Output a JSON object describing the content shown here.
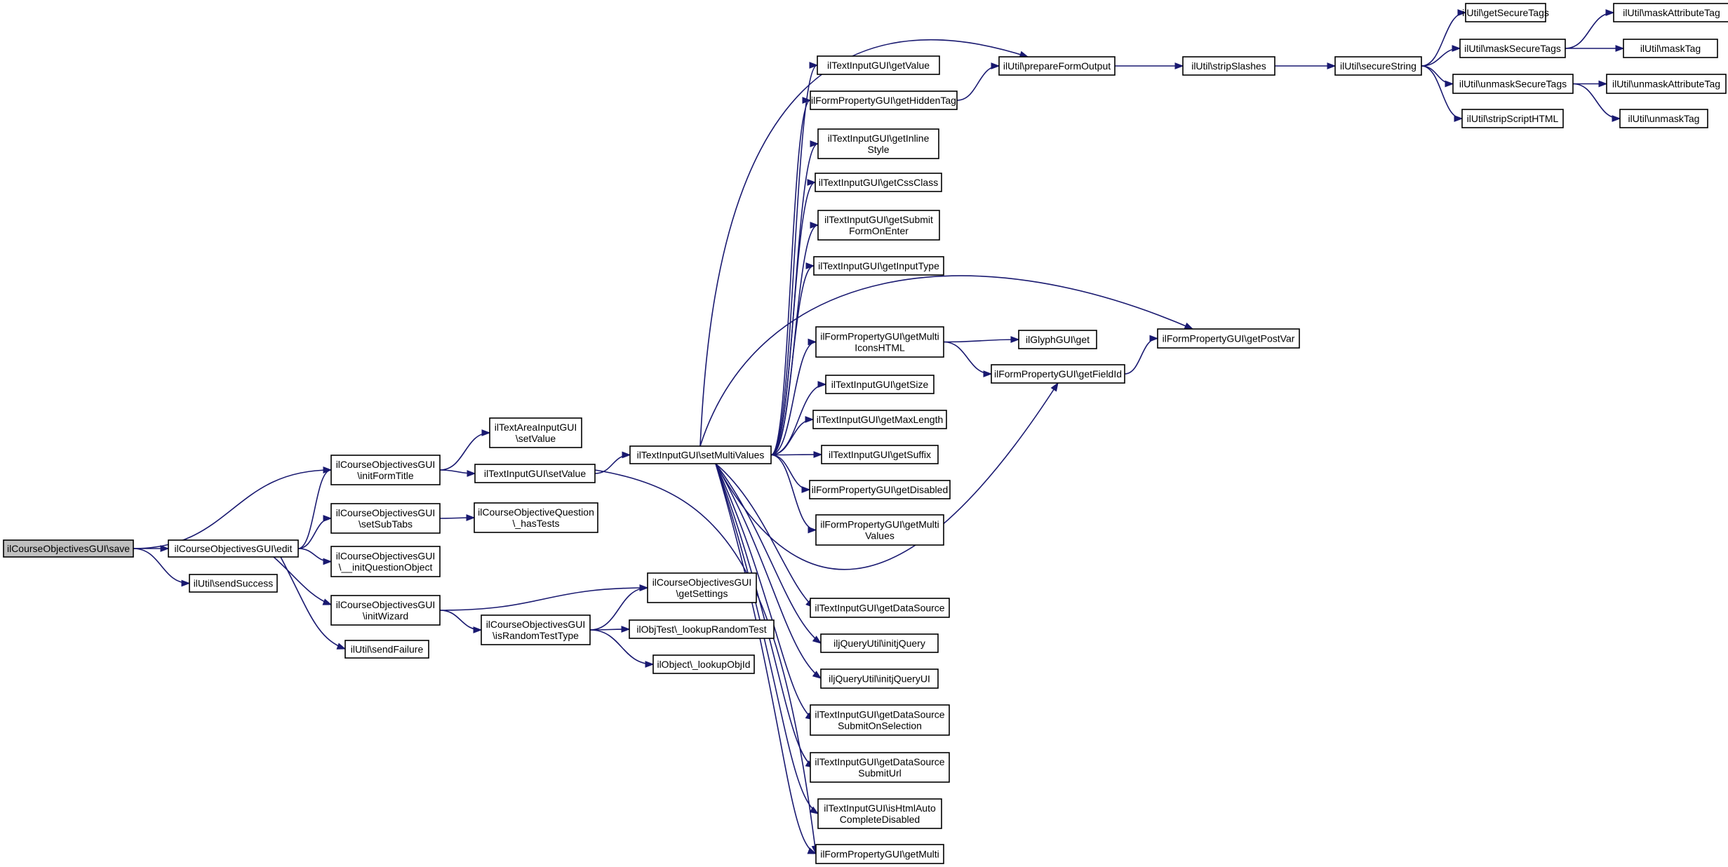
{
  "graph": {
    "edge_color": "#191970",
    "root_fill": "#bfbfbf",
    "nodes": [
      {
        "id": "save",
        "lines": [
          "ilCourseObjectivesGUI\\save"
        ],
        "root": true
      },
      {
        "id": "edit",
        "lines": [
          "ilCourseObjectivesGUI\\edit"
        ]
      },
      {
        "id": "sendSuccess",
        "lines": [
          "ilUtil\\sendSuccess"
        ]
      },
      {
        "id": "initFormTitle",
        "lines": [
          "ilCourseObjectivesGUI",
          "\\initFormTitle"
        ]
      },
      {
        "id": "setSubTabs",
        "lines": [
          "ilCourseObjectivesGUI",
          "\\setSubTabs"
        ]
      },
      {
        "id": "initQuestionObject",
        "lines": [
          "ilCourseObjectivesGUI",
          "\\__initQuestionObject"
        ]
      },
      {
        "id": "initWizard",
        "lines": [
          "ilCourseObjectivesGUI",
          "\\initWizard"
        ]
      },
      {
        "id": "sendFailure",
        "lines": [
          "ilUtil\\sendFailure"
        ]
      },
      {
        "id": "ta_setValue",
        "lines": [
          "ilTextAreaInputGUI",
          "\\setValue"
        ]
      },
      {
        "id": "ti_setValue",
        "lines": [
          "ilTextInputGUI\\setValue"
        ]
      },
      {
        "id": "hasTests",
        "lines": [
          "ilCourseObjectiveQuestion",
          "\\_hasTests"
        ]
      },
      {
        "id": "isRandomTestType",
        "lines": [
          "ilCourseObjectivesGUI",
          "\\isRandomTestType"
        ]
      },
      {
        "id": "getSettings",
        "lines": [
          "ilCourseObjectivesGUI",
          "\\getSettings"
        ]
      },
      {
        "id": "lookupRandomTest",
        "lines": [
          "ilObjTest\\_lookupRandomTest"
        ]
      },
      {
        "id": "lookupObjId",
        "lines": [
          "ilObject\\_lookupObjId"
        ]
      },
      {
        "id": "setMultiValues",
        "lines": [
          "ilTextInputGUI\\setMultiValues"
        ]
      },
      {
        "id": "getValue",
        "lines": [
          "ilTextInputGUI\\getValue"
        ]
      },
      {
        "id": "getHiddenTag",
        "lines": [
          "ilFormPropertyGUI\\getHiddenTag"
        ]
      },
      {
        "id": "getInlineStyle",
        "lines": [
          "ilTextInputGUI\\getInline",
          "Style"
        ]
      },
      {
        "id": "getCssClass",
        "lines": [
          "ilTextInputGUI\\getCssClass"
        ]
      },
      {
        "id": "getSubmitFormOnEnter",
        "lines": [
          "ilTextInputGUI\\getSubmit",
          "FormOnEnter"
        ]
      },
      {
        "id": "getInputType",
        "lines": [
          "ilTextInputGUI\\getInputType"
        ]
      },
      {
        "id": "getMultiIconsHTML",
        "lines": [
          "ilFormPropertyGUI\\getMulti",
          "IconsHTML"
        ]
      },
      {
        "id": "getSize",
        "lines": [
          "ilTextInputGUI\\getSize"
        ]
      },
      {
        "id": "getMaxLength",
        "lines": [
          "ilTextInputGUI\\getMaxLength"
        ]
      },
      {
        "id": "getSuffix",
        "lines": [
          "ilTextInputGUI\\getSuffix"
        ]
      },
      {
        "id": "getDisabled",
        "lines": [
          "ilFormPropertyGUI\\getDisabled"
        ]
      },
      {
        "id": "getMultiValues",
        "lines": [
          "ilFormPropertyGUI\\getMulti",
          "Values"
        ]
      },
      {
        "id": "getDataSource",
        "lines": [
          "ilTextInputGUI\\getDataSource"
        ]
      },
      {
        "id": "initjQuery",
        "lines": [
          "iljQueryUtil\\initjQuery"
        ]
      },
      {
        "id": "initjQueryUI",
        "lines": [
          "iljQueryUtil\\initjQueryUI"
        ]
      },
      {
        "id": "getDSSubmitOnSelection",
        "lines": [
          "ilTextInputGUI\\getDataSource",
          "SubmitOnSelection"
        ]
      },
      {
        "id": "getDSSubmitUrl",
        "lines": [
          "ilTextInputGUI\\getDataSource",
          "SubmitUrl"
        ]
      },
      {
        "id": "isHtmlAutoCompleteDisabled",
        "lines": [
          "ilTextInputGUI\\isHtmlAuto",
          "CompleteDisabled"
        ]
      },
      {
        "id": "getMulti",
        "lines": [
          "ilFormPropertyGUI\\getMulti"
        ]
      },
      {
        "id": "prepareFormOutput",
        "lines": [
          "ilUtil\\prepareFormOutput"
        ]
      },
      {
        "id": "glyphGet",
        "lines": [
          "ilGlyphGUI\\get"
        ]
      },
      {
        "id": "getFieldId",
        "lines": [
          "ilFormPropertyGUI\\getFieldId"
        ]
      },
      {
        "id": "getPostVar",
        "lines": [
          "ilFormPropertyGUI\\getPostVar"
        ]
      },
      {
        "id": "stripSlashes",
        "lines": [
          "ilUtil\\stripSlashes"
        ]
      },
      {
        "id": "secureString",
        "lines": [
          "ilUtil\\secureString"
        ]
      },
      {
        "id": "getSecureTags",
        "lines": [
          "ilUtil\\getSecureTags"
        ]
      },
      {
        "id": "maskSecureTags",
        "lines": [
          "ilUtil\\maskSecureTags"
        ]
      },
      {
        "id": "unmaskSecureTags",
        "lines": [
          "ilUtil\\unmaskSecureTags"
        ]
      },
      {
        "id": "stripScriptHTML",
        "lines": [
          "ilUtil\\stripScriptHTML"
        ]
      },
      {
        "id": "maskAttributeTag",
        "lines": [
          "ilUtil\\maskAttributeTag"
        ]
      },
      {
        "id": "maskTag",
        "lines": [
          "ilUtil\\maskTag"
        ]
      },
      {
        "id": "unmaskAttributeTag",
        "lines": [
          "ilUtil\\unmaskAttributeTag"
        ]
      },
      {
        "id": "unmaskTag",
        "lines": [
          "ilUtil\\unmaskTag"
        ]
      }
    ],
    "edges": [
      [
        "save",
        "edit"
      ],
      [
        "save",
        "sendSuccess"
      ],
      [
        "save",
        "initFormTitle"
      ],
      [
        "edit",
        "initFormTitle"
      ],
      [
        "edit",
        "setSubTabs"
      ],
      [
        "edit",
        "initQuestionObject"
      ],
      [
        "edit",
        "initWizard"
      ],
      [
        "edit",
        "sendFailure"
      ],
      [
        "initFormTitle",
        "ta_setValue"
      ],
      [
        "initFormTitle",
        "ti_setValue"
      ],
      [
        "setSubTabs",
        "hasTests"
      ],
      [
        "initWizard",
        "getSettings"
      ],
      [
        "initWizard",
        "isRandomTestType"
      ],
      [
        "isRandomTestType",
        "getSettings"
      ],
      [
        "isRandomTestType",
        "lookupRandomTest"
      ],
      [
        "isRandomTestType",
        "lookupObjId"
      ],
      [
        "ti_setValue",
        "setMultiValues"
      ],
      [
        "ti_setValue",
        "getMulti"
      ],
      [
        "setMultiValues",
        "getValue"
      ],
      [
        "setMultiValues",
        "getHiddenTag"
      ],
      [
        "setMultiValues",
        "getInlineStyle"
      ],
      [
        "setMultiValues",
        "getCssClass"
      ],
      [
        "setMultiValues",
        "getSubmitFormOnEnter"
      ],
      [
        "setMultiValues",
        "getInputType"
      ],
      [
        "setMultiValues",
        "getMultiIconsHTML"
      ],
      [
        "setMultiValues",
        "getSize"
      ],
      [
        "setMultiValues",
        "getMaxLength"
      ],
      [
        "setMultiValues",
        "getSuffix"
      ],
      [
        "setMultiValues",
        "getDisabled"
      ],
      [
        "setMultiValues",
        "getMultiValues"
      ],
      [
        "setMultiValues",
        "getDataSource"
      ],
      [
        "setMultiValues",
        "initjQuery"
      ],
      [
        "setMultiValues",
        "initjQueryUI"
      ],
      [
        "setMultiValues",
        "getDSSubmitOnSelection"
      ],
      [
        "setMultiValues",
        "getDSSubmitUrl"
      ],
      [
        "setMultiValues",
        "isHtmlAutoCompleteDisabled"
      ],
      [
        "setMultiValues",
        "getMulti"
      ],
      [
        "setMultiValues",
        "prepareFormOutput"
      ],
      [
        "setMultiValues",
        "getPostVar"
      ],
      [
        "setMultiValues",
        "getFieldId"
      ],
      [
        "getHiddenTag",
        "prepareFormOutput"
      ],
      [
        "getMultiIconsHTML",
        "glyphGet"
      ],
      [
        "getMultiIconsHTML",
        "getFieldId"
      ],
      [
        "getFieldId",
        "getPostVar"
      ],
      [
        "prepareFormOutput",
        "stripSlashes"
      ],
      [
        "stripSlashes",
        "secureString"
      ],
      [
        "secureString",
        "getSecureTags"
      ],
      [
        "secureString",
        "maskSecureTags"
      ],
      [
        "secureString",
        "unmaskSecureTags"
      ],
      [
        "secureString",
        "stripScriptHTML"
      ],
      [
        "maskSecureTags",
        "maskAttributeTag"
      ],
      [
        "maskSecureTags",
        "maskTag"
      ],
      [
        "unmaskSecureTags",
        "unmaskAttributeTag"
      ],
      [
        "unmaskSecureTags",
        "unmaskTag"
      ]
    ]
  }
}
